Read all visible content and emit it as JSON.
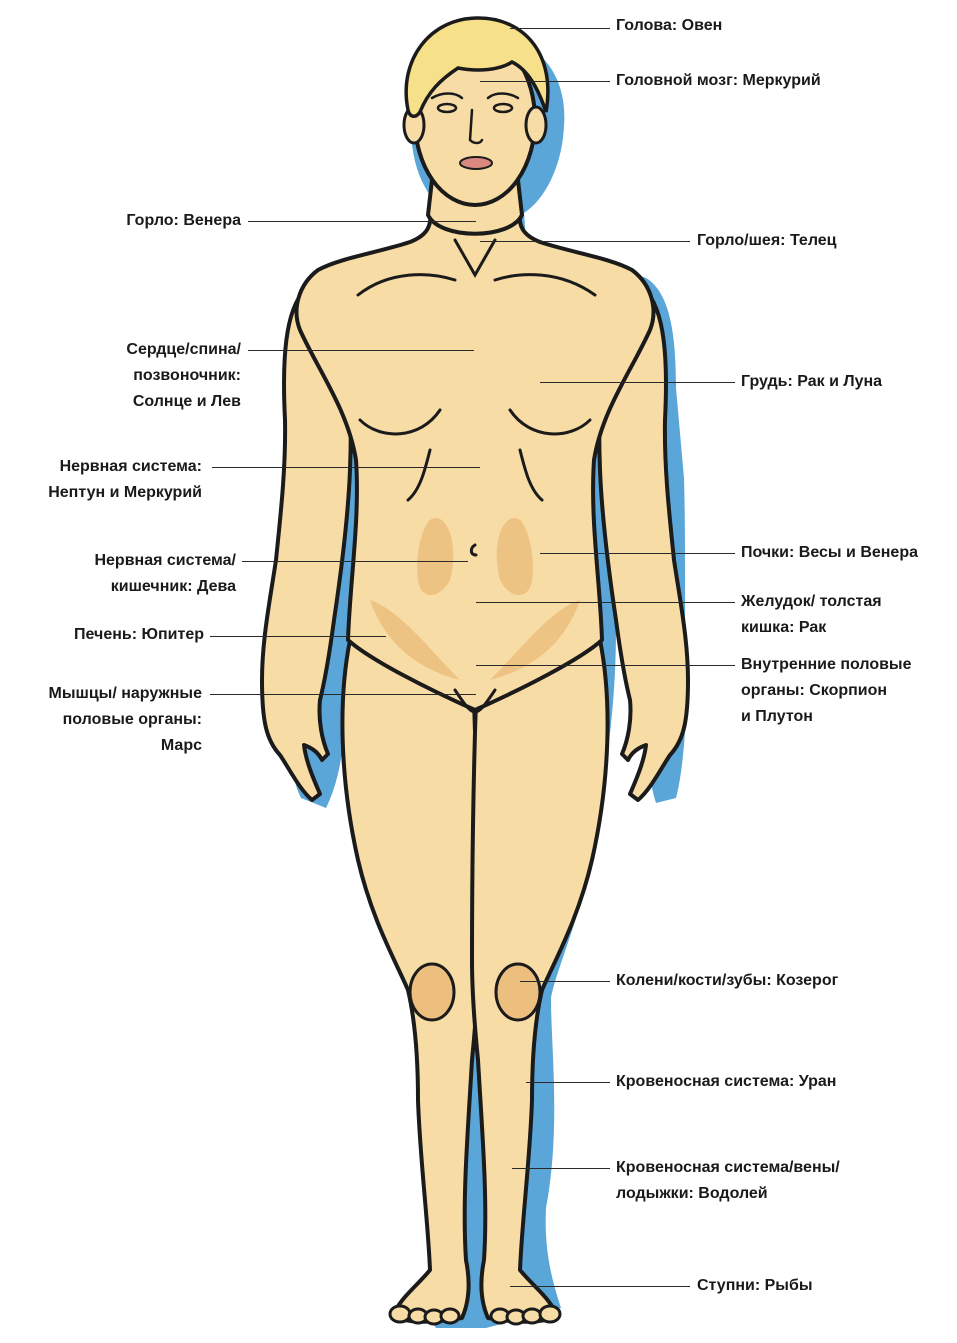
{
  "colors": {
    "skin": "#f8dca5",
    "skin_shade": "#ecbf7f",
    "hair": "#f7e08a",
    "shadow": "#5aa6d9",
    "outline": "#1b1b1b",
    "lips": "#d9897f"
  },
  "labels": {
    "head": "Голова: Овен",
    "brain": "Головной мозг: Меркурий",
    "throat_venus": "Горло: Венера",
    "throat_neck": "Горло/шея: Телец",
    "heart": "Сердце/спина/\nпозвоночник:\nСолнце и Лев",
    "breast": "Грудь: Рак и Луна",
    "nervous_neptune": "Нервная система:\nНептун и Меркурий",
    "nervous_virgo": "Нервная система/\nкишечник: Дева",
    "kidneys": "Почки: Весы и Венера",
    "stomach": "Желудок/ толстая\nкишка: Рак",
    "liver": "Печень: Юпитер",
    "internal_genitals": "Внутренние половые\nорганы: Скорпион\nи Плутон",
    "muscles": "Мышцы/ наружные\nполовые органы:\nМарс",
    "knees": "Колени/кости/зубы: Козерог",
    "circulatory": "Кровеносная система: Уран",
    "veins": "Кровеносная система/вены/\nлодыжки: Водолей",
    "feet": "Ступни: Рыбы"
  }
}
